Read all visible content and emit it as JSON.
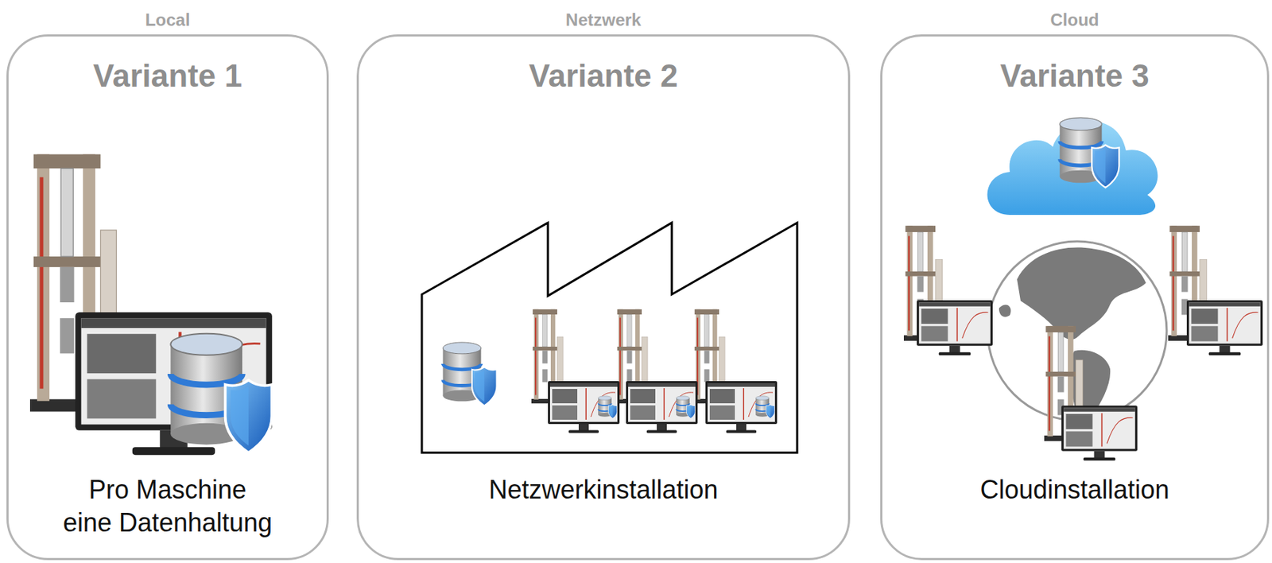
{
  "diagram": {
    "nodes": [
      {
        "text": [
          "Local",
          "Variante 1",
          "Pro Maschine eine Datenhaltung"
        ]
      },
      {
        "text": [
          "Netzwerk",
          "Variante 2",
          "Netzwerkinstallation"
        ]
      },
      {
        "text": [
          "Cloud",
          "Variante 3",
          "Cloudinstallation"
        ]
      }
    ]
  }
}
